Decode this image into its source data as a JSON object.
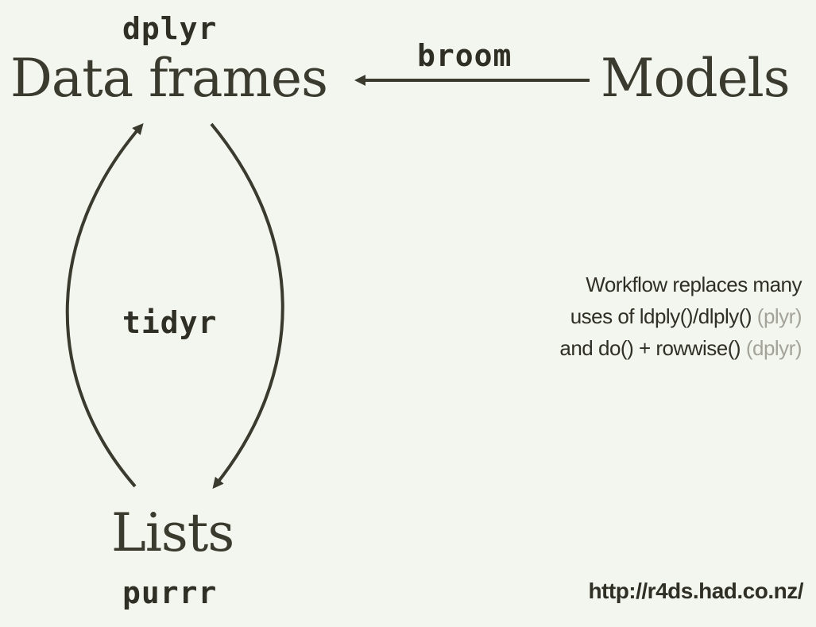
{
  "nodes": {
    "data_frames": "Data frames",
    "models": "Models",
    "lists": "Lists"
  },
  "packages": {
    "dplyr": "dplyr",
    "broom": "broom",
    "tidyr": "tidyr",
    "purrr": "purrr"
  },
  "note": {
    "line1": "Workflow replaces many",
    "line2_main": "uses of ldply()/dlply()",
    "line2_muted": "(plyr)",
    "line3_main": "and do() + rowwise()",
    "line3_muted": "(dplyr)"
  },
  "url": "http://r4ds.had.co.nz/",
  "colors": {
    "background": "#f3f6ef",
    "ink": "#2f2f25",
    "muted": "#a3a39a"
  }
}
